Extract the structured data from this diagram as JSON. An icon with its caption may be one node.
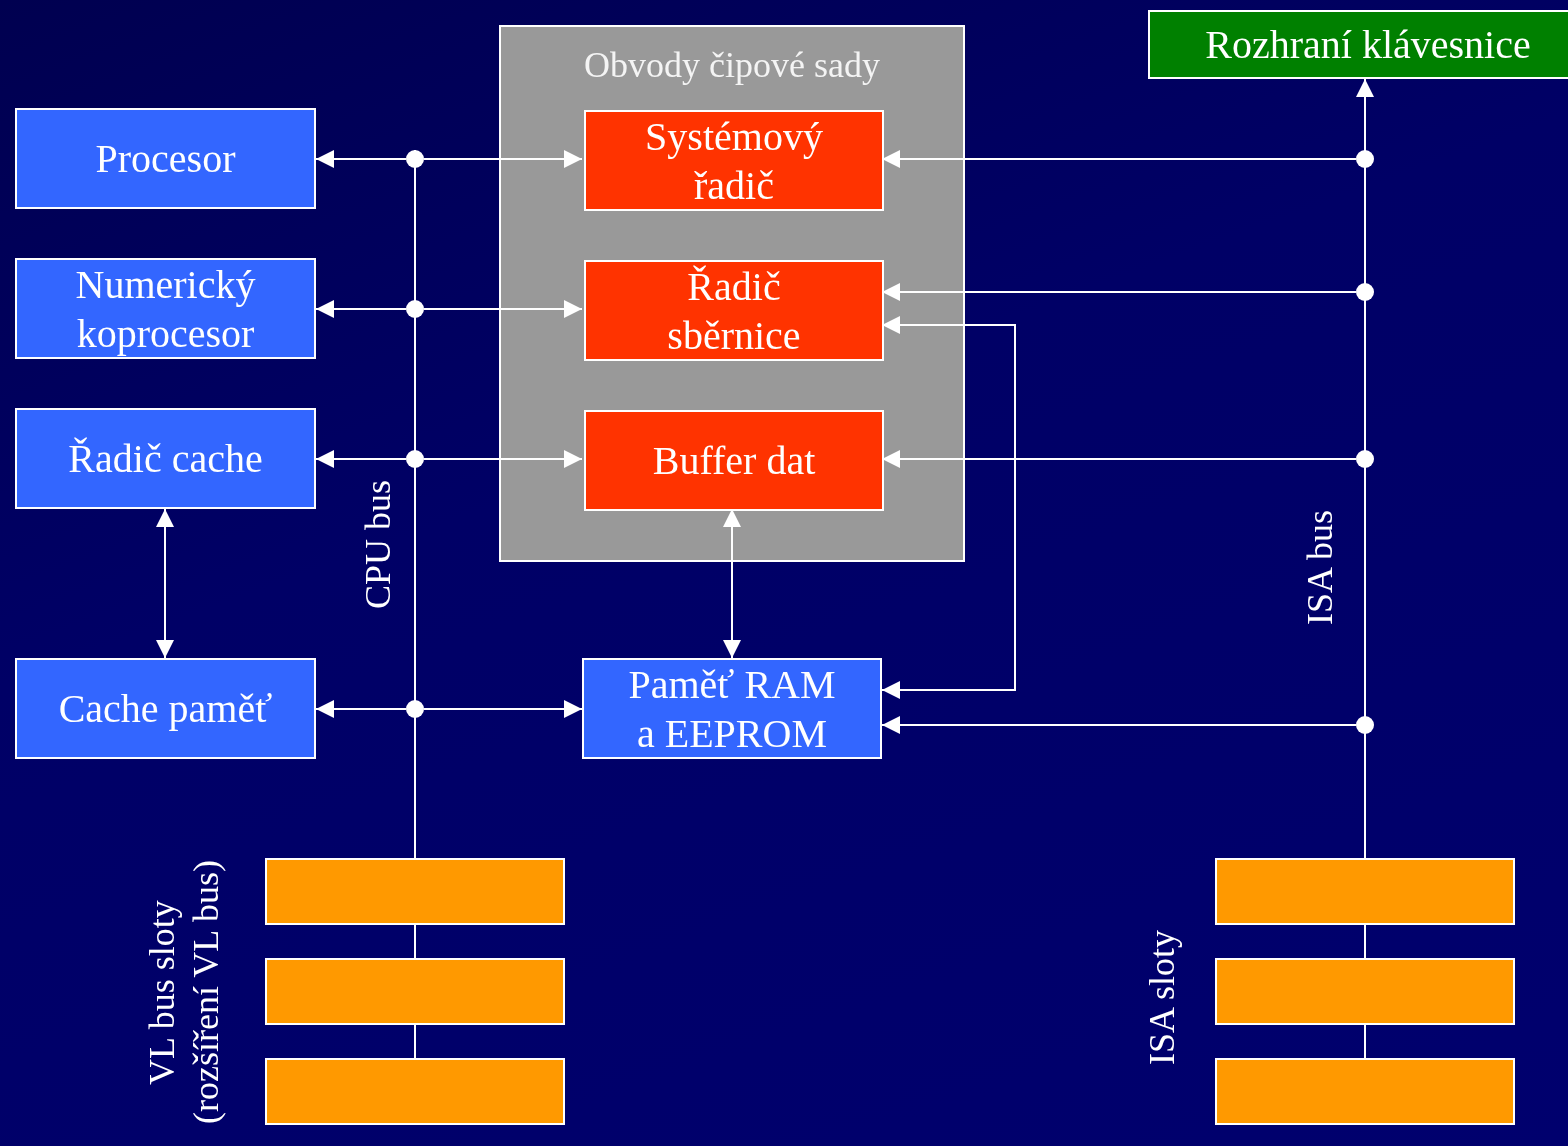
{
  "diagram": {
    "nodes": [
      {
        "text": [
          "Procesor"
        ]
      },
      {
        "text": [
          "Numerický koprocesor"
        ]
      },
      {
        "text": [
          "Řadič cache"
        ]
      },
      {
        "text": [
          "Cache paměť"
        ]
      },
      {
        "text": [
          "Obvody čipové sady"
        ]
      },
      {
        "text": [
          "Systémový řadič"
        ],
        "in": 4
      },
      {
        "text": [
          "Řadič sběrnice"
        ],
        "in": 4
      },
      {
        "text": [
          "Buffer dat"
        ],
        "in": 4
      },
      {
        "text": [
          "Paměť RAM a EEPROM"
        ]
      },
      {
        "text": [
          "Rozhraní klávesnice"
        ]
      },
      {
        "text": [],
        "shape": "bar",
        "beside": [
          "CPU bus"
        ]
      },
      {
        "text": [],
        "shape": "bar",
        "beside": [
          "ISA bus"
        ]
      },
      {
        "text": [],
        "shape": "box"
      },
      {
        "text": [],
        "shape": "box"
      },
      {
        "text": [],
        "shape": "box"
      },
      {
        "text": [],
        "shape": "box"
      },
      {
        "text": [],
        "shape": "box"
      },
      {
        "text": [],
        "shape": "box"
      }
    ],
    "edges": [
      {
        "from": 10,
        "to": 0,
        "arrow": "to"
      },
      {
        "from": 10,
        "to": 5,
        "arrow": "to"
      },
      {
        "from": 10,
        "to": 1,
        "arrow": "to"
      },
      {
        "from": 10,
        "to": 6,
        "arrow": "to"
      },
      {
        "from": 10,
        "to": 2,
        "arrow": "to"
      },
      {
        "from": 10,
        "to": 7,
        "arrow": "to"
      },
      {
        "from": 10,
        "to": 3,
        "arrow": "to"
      },
      {
        "from": 10,
        "to": 8,
        "arrow": "to"
      },
      {
        "from": 2,
        "to": 3,
        "arrow": "both"
      },
      {
        "from": 7,
        "to": 8,
        "arrow": "both"
      },
      {
        "from": 6,
        "to": 8,
        "arrow": "both"
      },
      {
        "from": 11,
        "to": 9,
        "arrow": "to"
      },
      {
        "from": 11,
        "to": 5,
        "arrow": "to"
      },
      {
        "from": 11,
        "to": 6,
        "arrow": "to"
      },
      {
        "from": 11,
        "to": 7,
        "arrow": "to"
      },
      {
        "from": 11,
        "to": 8,
        "arrow": "to"
      },
      {
        "from": 10,
        "to": 12,
        "arrow": "none"
      },
      {
        "from": 12,
        "to": 13,
        "arrow": "none"
      },
      {
        "from": 13,
        "to": 14,
        "arrow": "none"
      },
      {
        "from": 11,
        "to": 15,
        "arrow": "none"
      },
      {
        "from": 15,
        "to": 16,
        "arrow": "none"
      },
      {
        "from": 16,
        "to": 17,
        "arrow": "none"
      }
    ],
    "labels": [
      "VL bus sloty (rozšíření VL bus)",
      "ISA sloty"
    ]
  }
}
